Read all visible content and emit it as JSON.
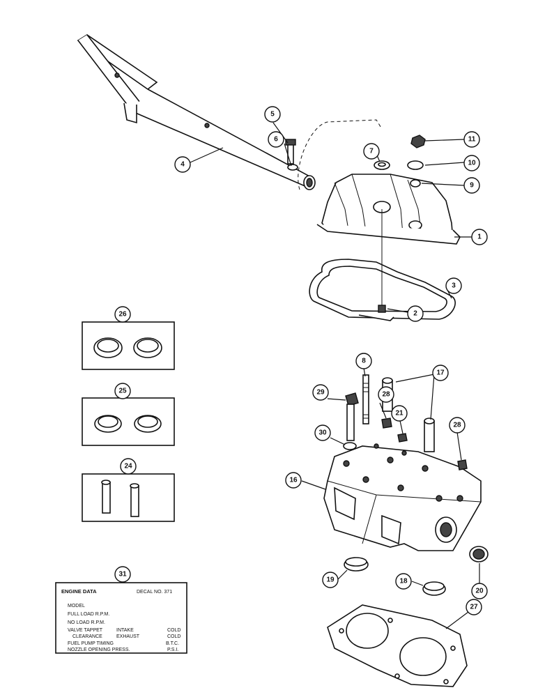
{
  "callouts": {
    "c1": "1",
    "c2": "2",
    "c3": "3",
    "c4": "4",
    "c5": "5",
    "c6": "6",
    "c7": "7",
    "c8": "8",
    "c9": "9",
    "c10": "10",
    "c11": "11",
    "c16": "16",
    "c17": "17",
    "c18": "18",
    "c19": "19",
    "c20": "20",
    "c21": "21",
    "c24": "24",
    "c25": "25",
    "c26": "26",
    "c27": "27",
    "c28a": "28",
    "c28b": "28",
    "c29": "29",
    "c30": "30",
    "c31": "31"
  },
  "decal": {
    "title": "ENGINE DATA",
    "decal_no": "DECAL NO. 371",
    "model": "MODEL",
    "full_load": "FULL LOAD R.P.M.",
    "no_load": "NO LOAD R.P.M.",
    "valve_tappet": "VALVE TAPPET",
    "intake": "INTAKE",
    "cold1": "COLD",
    "clearance": "CLEARANCE",
    "exhaust": "EXHAUST",
    "cold2": "COLD",
    "fuel_pump": "FUEL PUMP TIMING",
    "btc": "B.T.C.",
    "nozzle": "NOZZLE OPENING PRESS.",
    "psi": "P.S.I."
  }
}
